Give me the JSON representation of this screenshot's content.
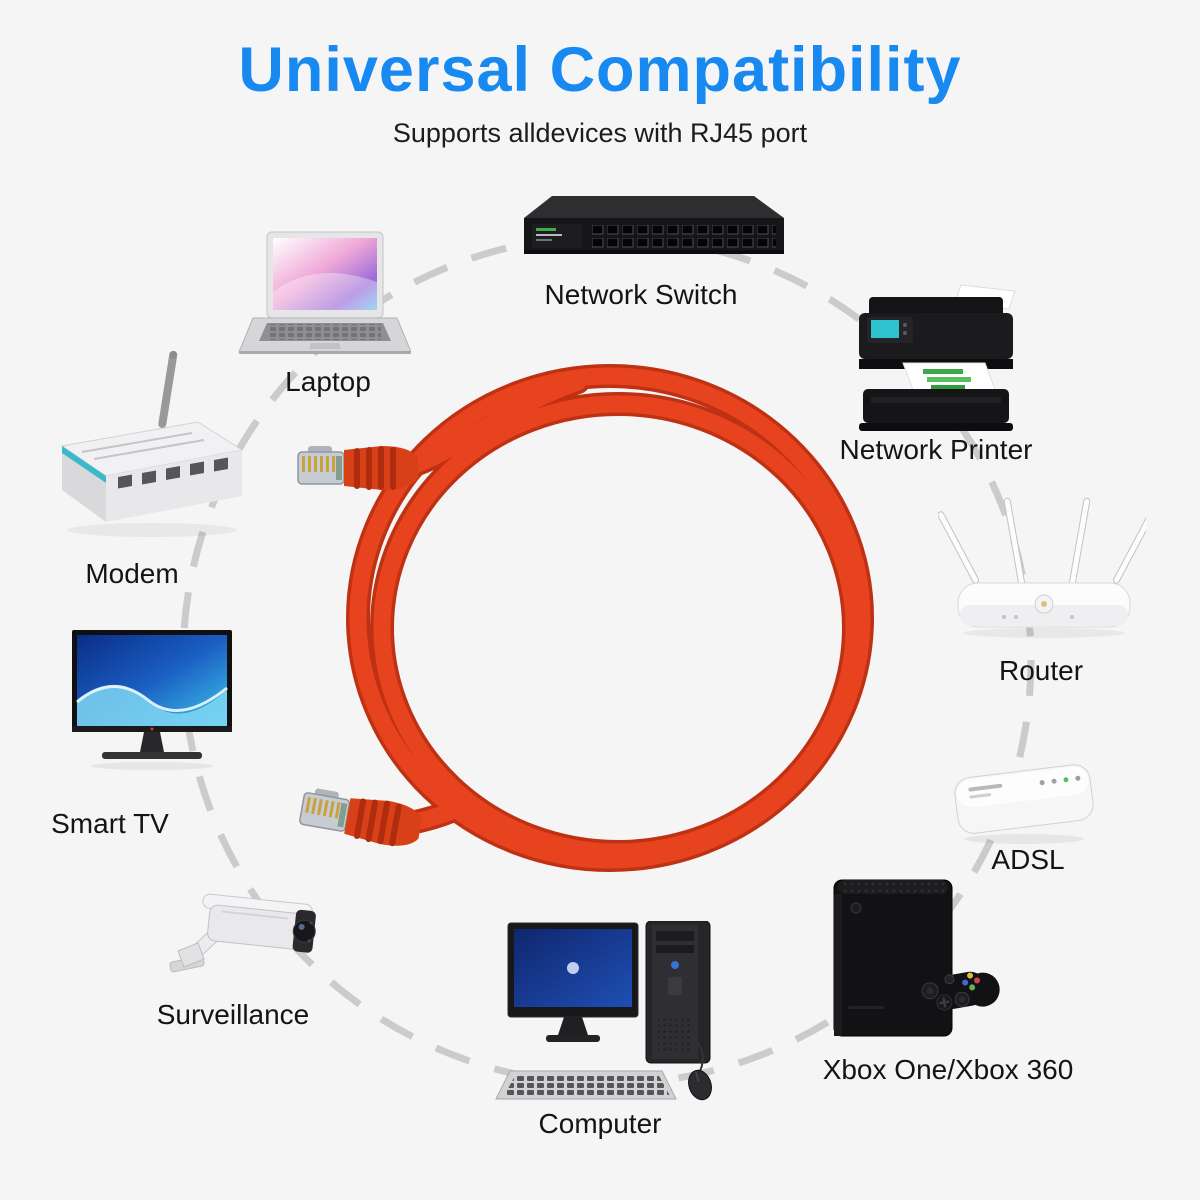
{
  "title": "Universal Compatibility",
  "subtitle": "Supports alldevices with RJ45 port",
  "colors": {
    "title": "#1789f0",
    "background": "#f5f5f6",
    "cable": "#e8431f",
    "dashed_circle": "#cbcbcb",
    "label_text": "#141414"
  },
  "hero": {
    "item": "red-rj45-ethernet-patch-cable"
  },
  "devices": [
    {
      "id": "network-switch",
      "label": "Network Switch"
    },
    {
      "id": "laptop",
      "label": "Laptop"
    },
    {
      "id": "network-printer",
      "label": "Network Printer"
    },
    {
      "id": "modem",
      "label": "Modem"
    },
    {
      "id": "router",
      "label": "Router"
    },
    {
      "id": "smart-tv",
      "label": "Smart TV"
    },
    {
      "id": "adsl",
      "label": "ADSL"
    },
    {
      "id": "surveillance",
      "label": "Surveillance"
    },
    {
      "id": "xbox",
      "label": "Xbox One/Xbox 360"
    },
    {
      "id": "computer",
      "label": "Computer"
    }
  ]
}
